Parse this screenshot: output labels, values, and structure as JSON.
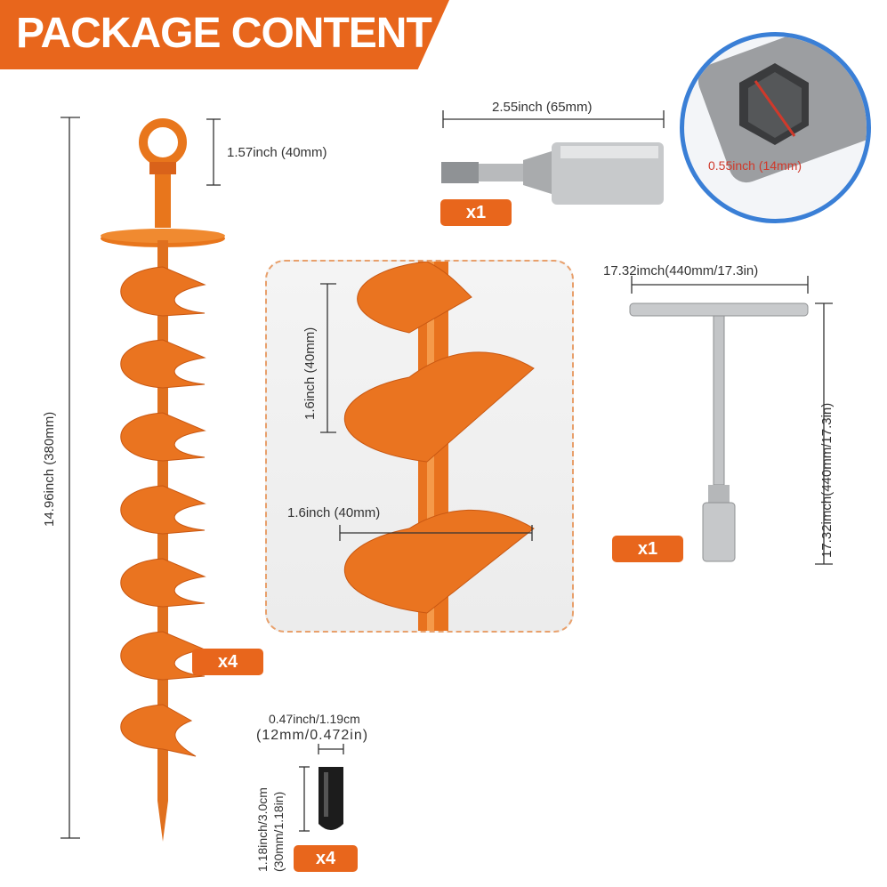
{
  "header": {
    "title": "PACKAGE CONTENT"
  },
  "auger": {
    "total_length": "14.96inch (380mm)",
    "eye_height": "1.57inch (40mm)",
    "quantity": "x4"
  },
  "detail": {
    "pitch": "1.6inch (40mm)",
    "width": "1.6inch (40mm)"
  },
  "socket_bit": {
    "length": "2.55inch (65mm)",
    "quantity": "x1",
    "inner": "0.55inch (14mm)"
  },
  "t_wrench": {
    "width": "17.32imch(440mm/17.3in)",
    "height": "17.32imch(440mm/17.3in)",
    "quantity": "x1"
  },
  "cap": {
    "diameter_line1": "0.47inch/1.19cm",
    "diameter_line2": "(12mm/0.472in)",
    "height_line1": "1.18inch/3.0cm",
    "height_line2": "(30mm/1.18in)",
    "quantity": "x4"
  },
  "colors": {
    "accent": "#e8661c",
    "ring": "#3a7fd6",
    "metal": "#c9cbcd"
  }
}
